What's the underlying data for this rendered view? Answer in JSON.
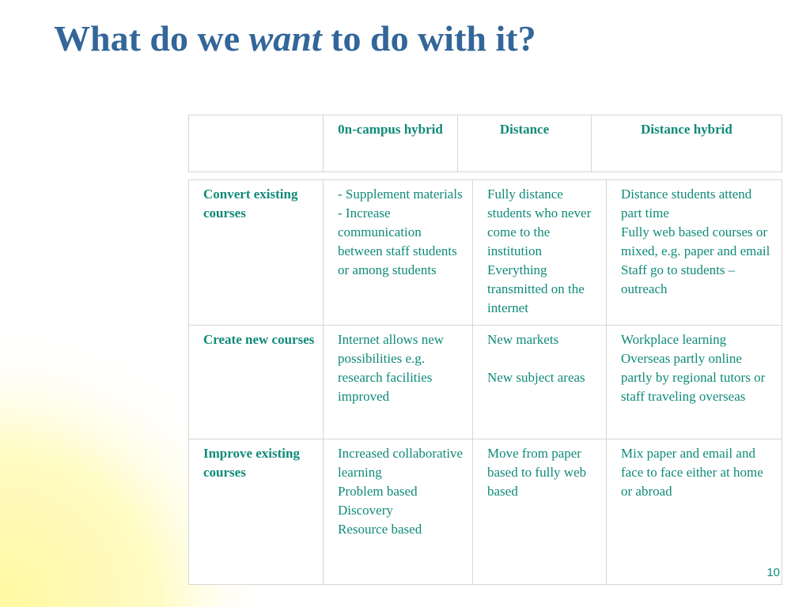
{
  "slide": {
    "title_before": "What do we ",
    "title_emphasis": "want",
    "title_after": " to do with it?",
    "page_number": "10"
  },
  "header": {
    "col0": "",
    "col1": "0n-campus hybrid",
    "col2": "Distance",
    "col3": "Distance hybrid"
  },
  "rows": [
    {
      "label": "Convert existing courses",
      "on_campus": "- Supplement materials\n- Increase communication between staff students or among students",
      "distance": "Fully distance students who never come to the institution\nEverything transmitted on the internet",
      "hybrid": "Distance students attend part time\nFully web based courses or mixed, e.g. paper and email\nStaff go to students – outreach"
    },
    {
      "label": "Create new courses",
      "on_campus": "Internet allows new possibilities e.g. research facilities improved",
      "distance": "New markets\n\nNew subject areas",
      "hybrid": "Workplace learning\nOverseas partly online partly by regional tutors or staff traveling overseas"
    },
    {
      "label": "Improve existing courses",
      "on_campus": "Increased collaborative learning\nProblem based\nDiscovery\nResource based",
      "distance": "Move from paper based to fully web based",
      "hybrid": "Mix paper and email and face to face either at home or abroad"
    }
  ],
  "colors": {
    "title": "#336699",
    "table_text": "#0f8a78",
    "background_glow": "#fffbb0"
  }
}
